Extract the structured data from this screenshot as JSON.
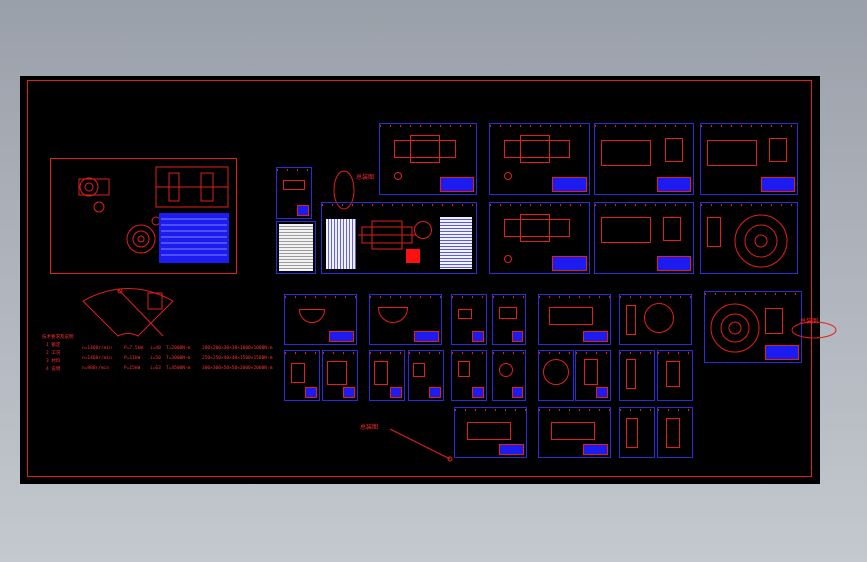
{
  "drawing": {
    "background_color": "#000000",
    "frame_color": "#e0201c",
    "sheet_color": "#2b2bd9",
    "titleblock_color": "#1c1cf0"
  },
  "callouts": [
    {
      "id": "c1",
      "text": "总装图"
    },
    {
      "id": "c2",
      "text": "总装图"
    },
    {
      "id": "c3",
      "text": "总装图"
    }
  ],
  "notes": {
    "header": "技术要求及说明",
    "lines": [
      "1 额定",
      "2 工况",
      "3 材料",
      "4 说明"
    ],
    "table_rows": [
      [
        "n=1460r/min",
        "P=7.5kW",
        "i=40",
        "T=2000N·m",
        "200×200×30×30×1000×1000N·m"
      ],
      [
        "n=1460r/min",
        "P=11kW",
        "i=50",
        "T=3000N·m",
        "250×250×40×40×1500×1500N·m"
      ],
      [
        "n=980r/min",
        "P=15kW",
        "i=63",
        "T=4500N·m",
        "300×300×50×50×2000×2000N·m"
      ]
    ]
  },
  "icons": [
    "assembly-drawing-icon",
    "shaft-part-icon",
    "gear-part-icon",
    "flange-part-icon"
  ]
}
